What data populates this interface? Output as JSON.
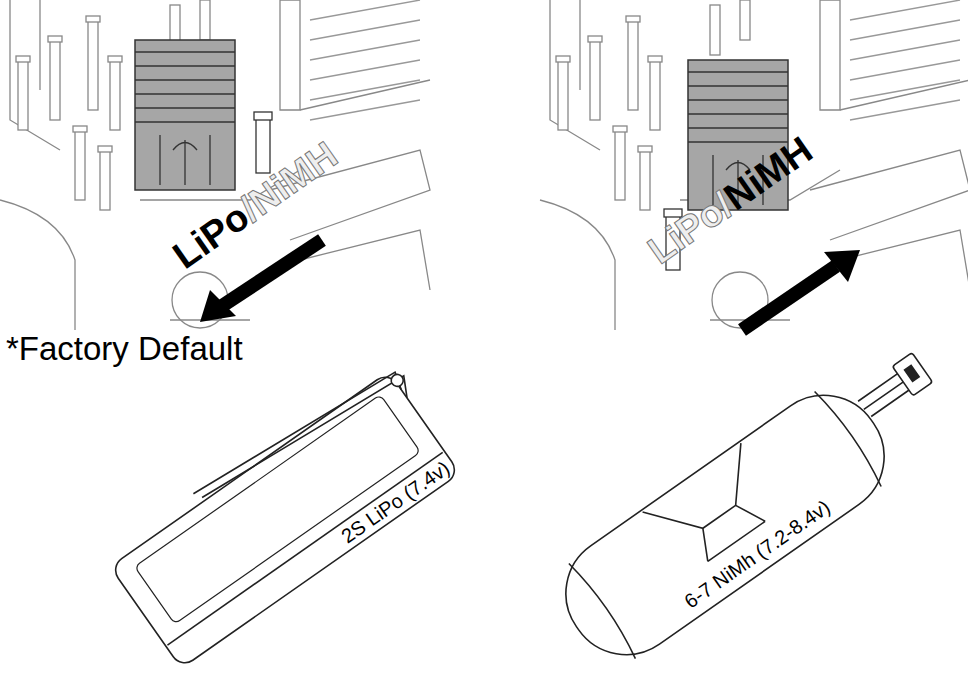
{
  "diagram": {
    "labels": [
      "LiPo",
      "/NiMH",
      "LiPo/",
      "NiMH",
      "*Factory Default",
      "2S LiPo (7.4v)",
      "6-7 NiMh (7.2-8.4v)"
    ]
  }
}
